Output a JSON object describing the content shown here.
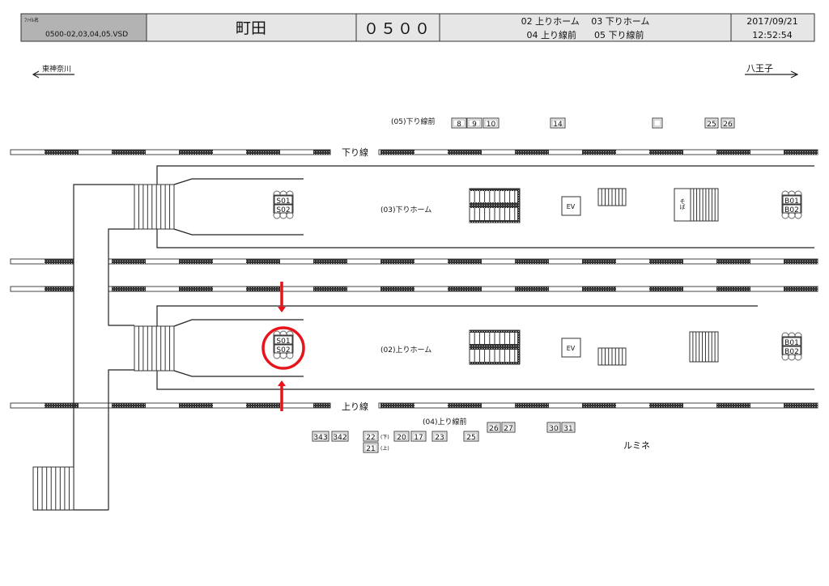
{
  "header": {
    "file_label": "ﾌｧｲﾙ名",
    "file_name": "0500-02,03,04,05.VSD",
    "station": "町田",
    "code": "０５００",
    "areas_line1": "02 上りホーム　 03 下りホーム",
    "areas_line2": "04 上り線前　　05 下り線前",
    "date": "2017/09/21",
    "time": "12:52:54"
  },
  "directions": {
    "left": "東神奈川",
    "right": "八王子"
  },
  "tracks": {
    "down": "下り線",
    "up": "上り線"
  },
  "platforms": {
    "down": "(03)下りホーム",
    "up": "(02)上りホーム"
  },
  "areas": {
    "down_front": "(05)下り線前",
    "up_front": "(04)上り線前"
  },
  "signs": {
    "s01": "S01",
    "s02": "S02",
    "b01": "B01",
    "b02": "B02",
    "ev": "EV",
    "soba": "そば"
  },
  "down_front_boxes": [
    "8",
    "9",
    "10",
    "14",
    "",
    "25",
    "26"
  ],
  "up_front_boxes": [
    "26",
    "27",
    "30",
    "31",
    "343",
    "342",
    "22",
    "20",
    "17",
    "23",
    "25",
    "21"
  ],
  "notes": {
    "down": "(下)",
    "up": "(上)"
  },
  "landmark": "ルミネ",
  "colors": {
    "highlight": "#e8141b",
    "header_gray": "#b3b3b3",
    "header_light": "#e6e6e6"
  }
}
